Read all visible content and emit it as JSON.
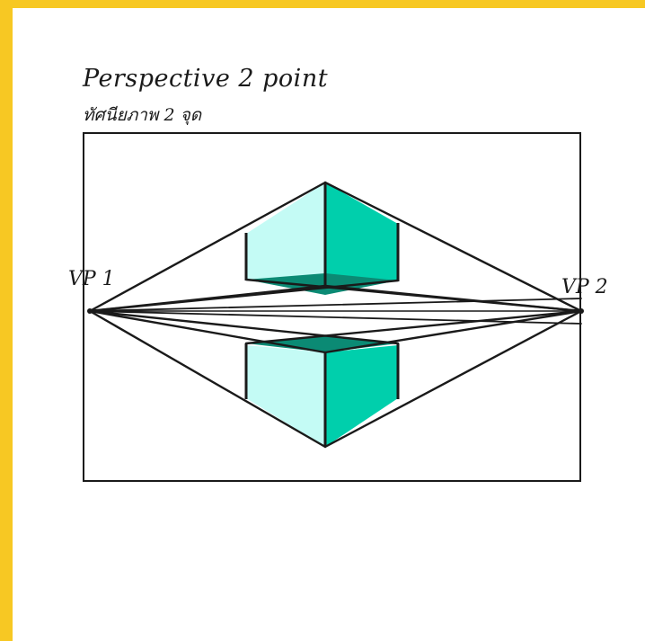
{
  "title": "Perspective 2 point",
  "subtitle": "ทัศนียภาพ 2 จุด",
  "labels": {
    "vp1": "VP 1",
    "vp2": "VP 2"
  },
  "colors": {
    "background_frame": "#f7c823",
    "face_light": "#c4fbf5",
    "face_dark": "#00cfac",
    "face_shadow": "#0b8a74",
    "line": "#1a1a1a"
  }
}
